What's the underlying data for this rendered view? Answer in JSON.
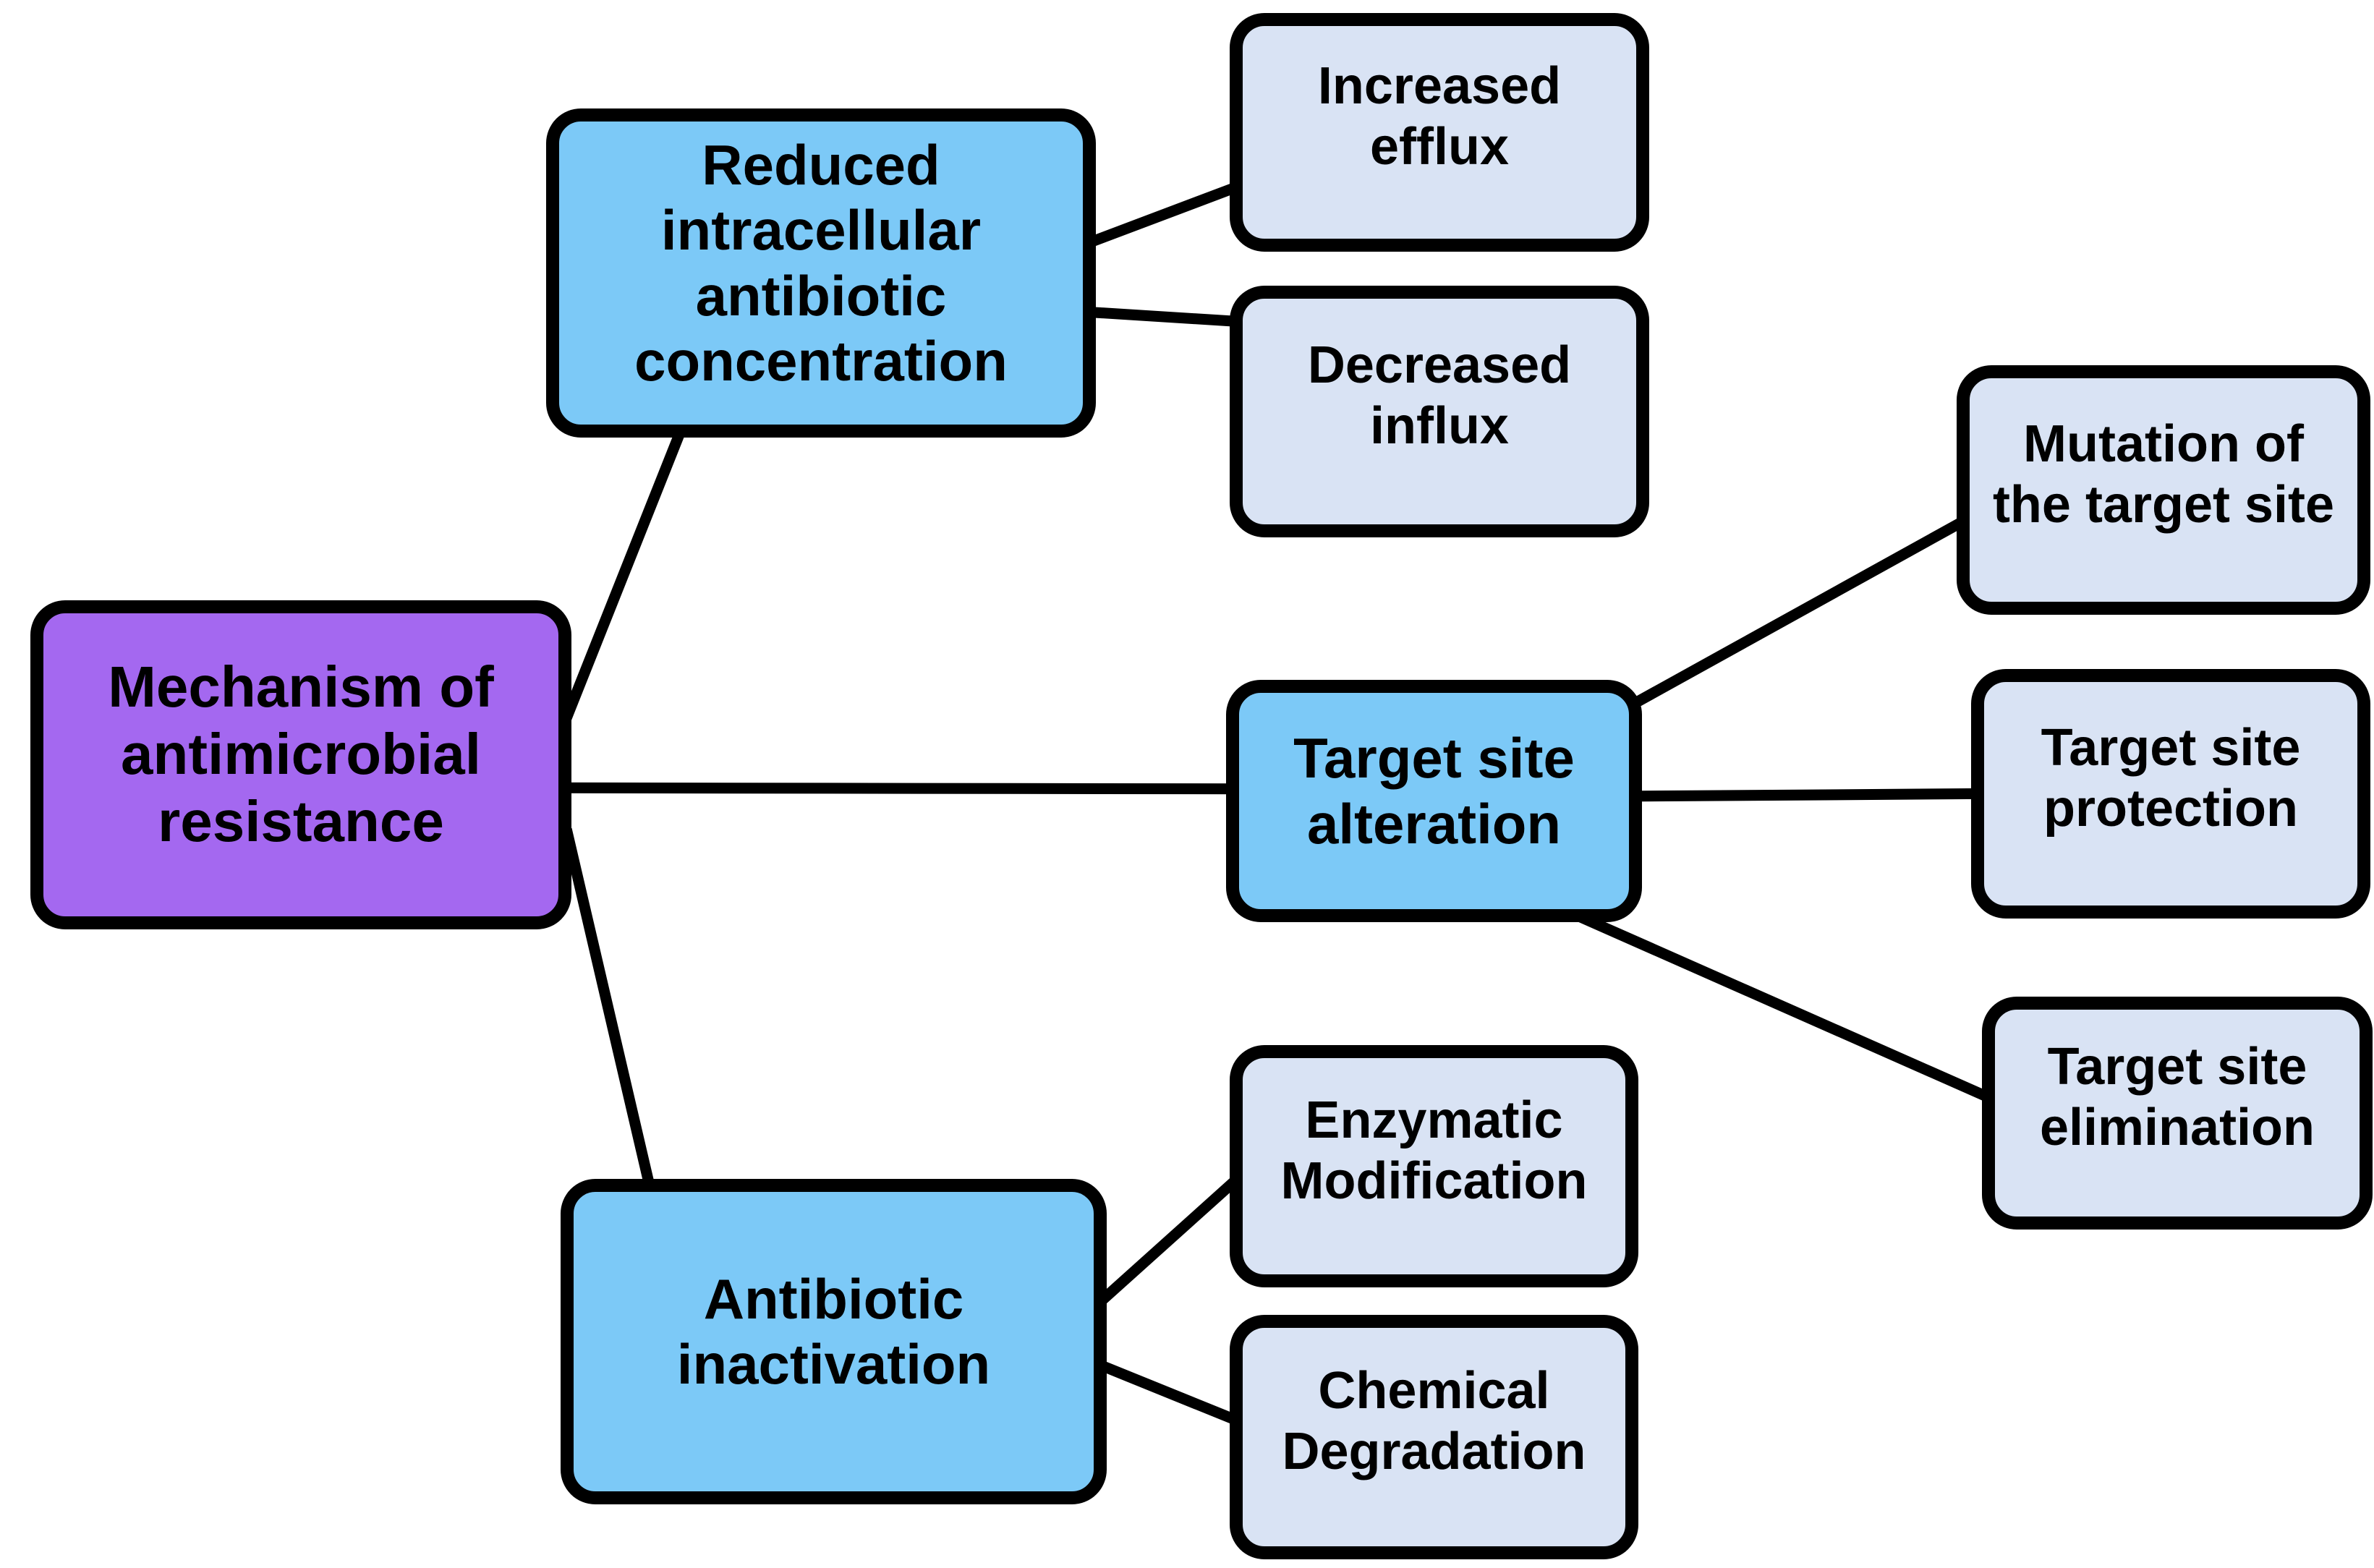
{
  "diagram": {
    "type": "flowchart",
    "root_id": "root"
  },
  "nodes": {
    "root": {
      "label": "Mechanism of\nantimicrobial\nresistance",
      "level": "root"
    },
    "reduced": {
      "label": "Reduced\nintracellular\nantibiotic\nconcentration",
      "level": "branch"
    },
    "target": {
      "label": "Target site\nalteration",
      "level": "branch"
    },
    "antibiotic": {
      "label": "Antibiotic\ninactivation",
      "level": "branch"
    },
    "efflux": {
      "label": "Increased\nefflux",
      "level": "leaf"
    },
    "influx": {
      "label": "Decreased\ninflux",
      "level": "leaf"
    },
    "mutation": {
      "label": "Mutation of\nthe target site",
      "level": "leaf"
    },
    "protection": {
      "label": "Target site\nprotection",
      "level": "leaf"
    },
    "elimination": {
      "label": "Target site\nelimination",
      "level": "leaf"
    },
    "enzymatic": {
      "label": "Enzymatic\nModification",
      "level": "leaf"
    },
    "chemical": {
      "label": "Chemical\nDegradation",
      "level": "leaf"
    }
  },
  "edges": [
    {
      "from": "root",
      "fromSide": "right",
      "fromAt": 0.32,
      "to": "reduced",
      "toSide": "bottom",
      "toAt": 0.24
    },
    {
      "from": "root",
      "fromSide": "right",
      "fromAt": 0.57,
      "to": "target",
      "toSide": "left",
      "toAt": 0.45
    },
    {
      "from": "root",
      "fromSide": "right",
      "fromAt": 0.76,
      "to": "antibiotic",
      "toSide": "top",
      "toAt": 0.16
    },
    {
      "from": "reduced",
      "fromSide": "right",
      "fromAt": 0.4,
      "to": "efflux",
      "toSide": "left",
      "toAt": 0.74
    },
    {
      "from": "reduced",
      "fromSide": "right",
      "fromAt": 0.62,
      "to": "influx",
      "toSide": "left",
      "toAt": 0.14
    },
    {
      "from": "target",
      "fromSide": "right",
      "fromAt": 0.08,
      "to": "mutation",
      "toSide": "left",
      "toAt": 0.64
    },
    {
      "from": "target",
      "fromSide": "right",
      "fromAt": 0.48,
      "to": "protection",
      "toSide": "left",
      "toAt": 0.5
    },
    {
      "from": "target",
      "fromSide": "bottom",
      "fromAt": 0.88,
      "to": "elimination",
      "toSide": "left",
      "toAt": 0.42
    },
    {
      "from": "antibiotic",
      "fromSide": "right",
      "fromAt": 0.36,
      "to": "enzymatic",
      "toSide": "left",
      "toAt": 0.58
    },
    {
      "from": "antibiotic",
      "fromSide": "right",
      "fromAt": 0.58,
      "to": "chemical",
      "toSide": "left",
      "toAt": 0.42
    }
  ],
  "colors": {
    "root": "#A468F0",
    "branch": "#7CC9F7",
    "leaf": "#D9E3F4",
    "connector": "#000000",
    "border": "#000000",
    "background": "#FFFFFF"
  },
  "connector_width": 15
}
